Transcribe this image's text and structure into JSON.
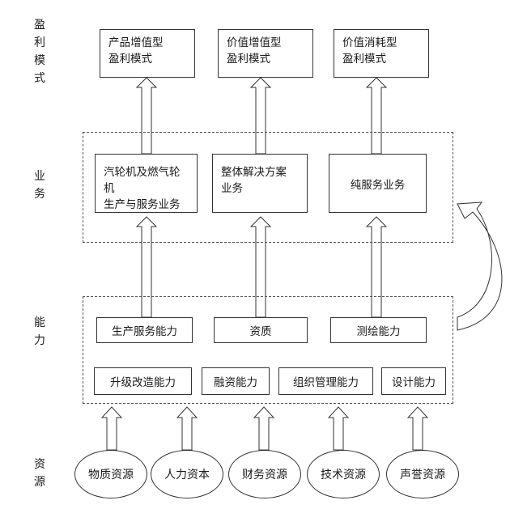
{
  "row_labels": {
    "profit": [
      "盈",
      "利",
      "模",
      "式"
    ],
    "business": [
      "业",
      "务"
    ],
    "capability": [
      "能",
      "力"
    ],
    "resource": [
      "资",
      "源"
    ]
  },
  "profit_models": [
    {
      "line1": "产品增值型",
      "line2": "盈利模式"
    },
    {
      "line1": "价值增值型",
      "line2": "盈利模式"
    },
    {
      "line1": "价值消耗型",
      "line2": "盈利模式"
    }
  ],
  "businesses": [
    {
      "line1": "汽轮机及燃气轮机",
      "line2": "生产与服务业务"
    },
    {
      "line1": "整体解决方案",
      "line2": "业务"
    },
    {
      "line1": "纯服务业务",
      "line2": ""
    }
  ],
  "capabilities_top": [
    "生产服务能力",
    "资质",
    "测绘能力"
  ],
  "capabilities_bottom": [
    "升级改造能力",
    "融资能力",
    "组织管理能力",
    "设计能力"
  ],
  "resources": [
    "物质资源",
    "人力资本",
    "财务资源",
    "技术资源",
    "声誉资源"
  ]
}
